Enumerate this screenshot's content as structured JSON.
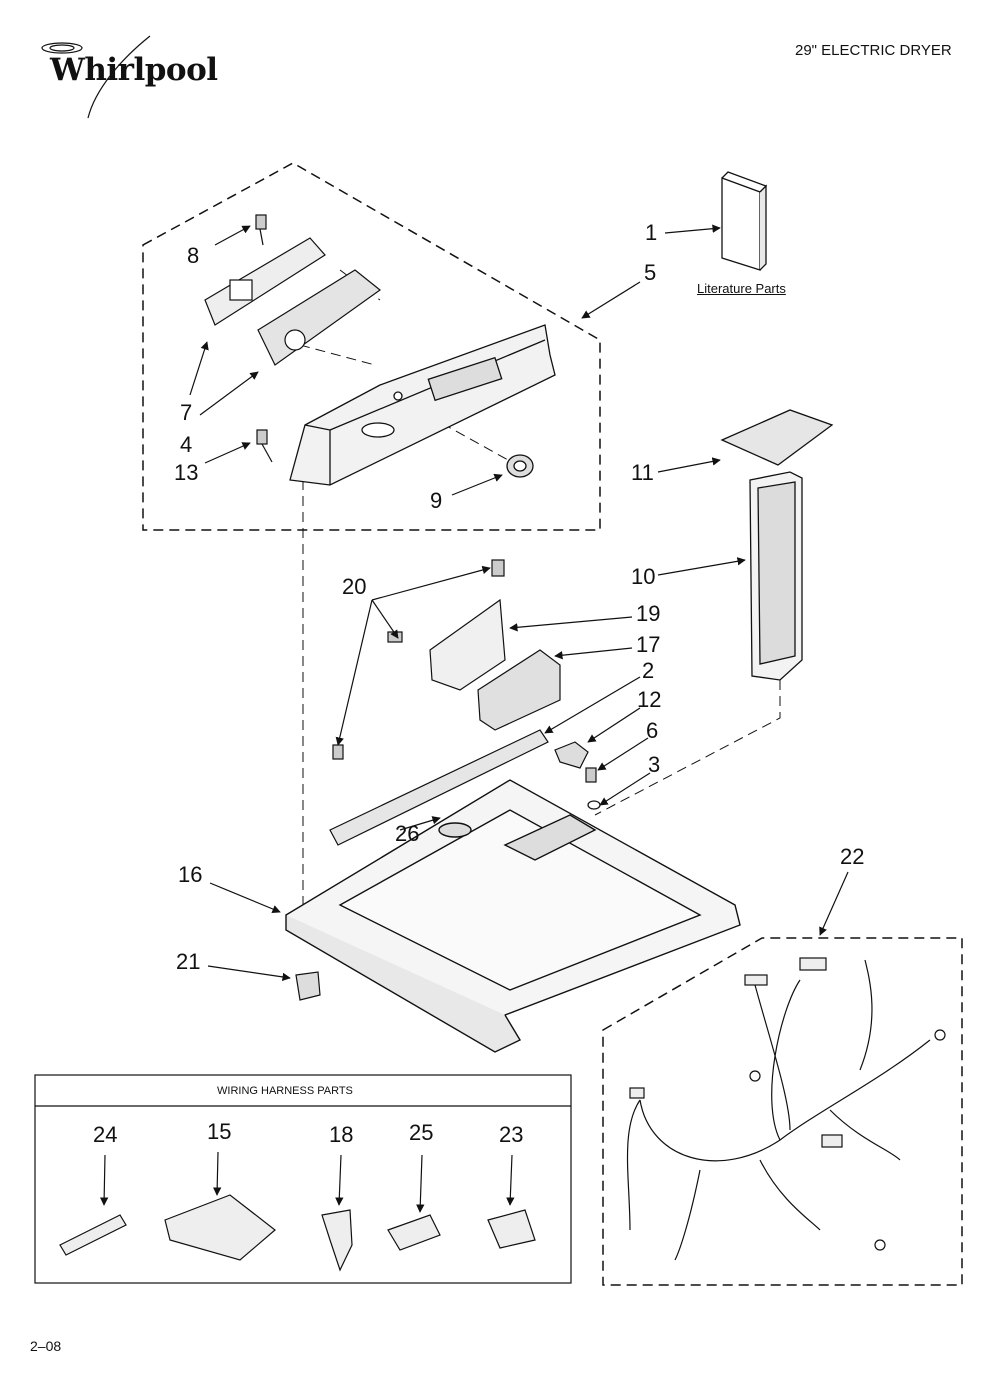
{
  "header": {
    "brand": "Whirlpool",
    "model": "29\" ELECTRIC DRYER"
  },
  "footer": {
    "page_code": "2–08"
  },
  "literature": {
    "label": "Literature Parts"
  },
  "wiring_harness_box": {
    "title": "WIRING HARNESS PARTS"
  },
  "callouts": {
    "c1": "1",
    "c2": "2",
    "c3": "3",
    "c4": "4",
    "c5": "5",
    "c6": "6",
    "c7": "7",
    "c8": "8",
    "c9": "9",
    "c10": "10",
    "c11": "11",
    "c12": "12",
    "c13": "13",
    "c15": "15",
    "c16": "16",
    "c17": "17",
    "c18": "18",
    "c19": "19",
    "c20": "20",
    "c21": "21",
    "c22": "22",
    "c23": "23",
    "c24": "24",
    "c25": "25",
    "c26": "26"
  }
}
